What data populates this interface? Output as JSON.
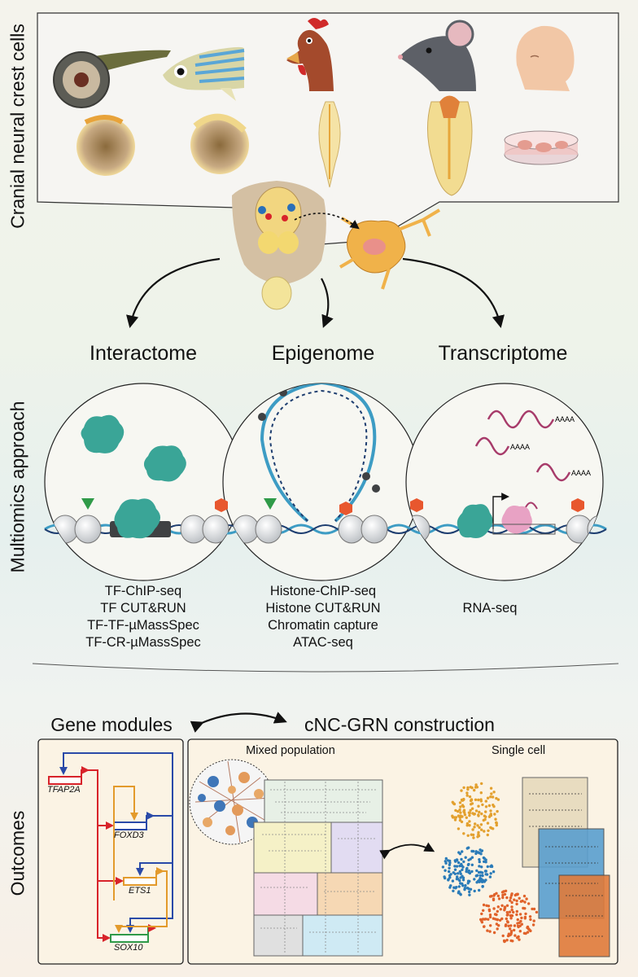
{
  "sections": {
    "top_label": "Cranial neural crest cells",
    "middle_label": "Multiomics approach",
    "bottom_label": "Outcomes"
  },
  "approaches": {
    "interactome": {
      "title": "Interactome",
      "methods": [
        "TF-ChIP-seq",
        "TF CUT&RUN",
        "TF-TF-µMassSpec",
        "TF-CR-µMassSpec"
      ]
    },
    "epigenome": {
      "title": "Epigenome",
      "methods": [
        "Histone-ChIP-seq",
        "Histone CUT&RUN",
        "Chromatin capture",
        "ATAC-seq"
      ]
    },
    "transcriptome": {
      "title": "Transcriptome",
      "methods": [
        "RNA-seq"
      ]
    }
  },
  "transcripts": [
    "AAAA",
    "AAAA",
    "AAAA"
  ],
  "outcomes": {
    "gene_modules_title": "Gene modules",
    "grn_title": "cNC-GRN construction",
    "genes": [
      "TFAP2A",
      "FOXD3",
      "ETS1",
      "SOX10"
    ],
    "mixed_population": "Mixed population",
    "single_cell": "Single cell"
  },
  "colors": {
    "red": "#d8232a",
    "blue": "#2a4aa8",
    "orange": "#e39a2b",
    "green": "#2f9a48",
    "teal": "#3aa597",
    "dna": "#3d9cc4"
  }
}
